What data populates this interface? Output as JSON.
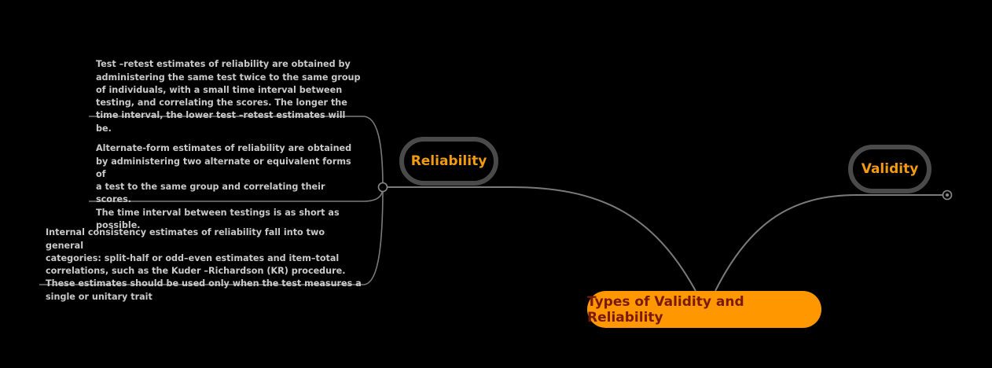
{
  "colors": {
    "background": "#000000",
    "connector": "#7a7a7a",
    "topic_text": "#f39c12",
    "topic_border": "#4a4a4a",
    "root_fill": "#ff9800",
    "root_text": "#7a1a05",
    "note_text": "#c9c9c9"
  },
  "root": {
    "label": "Types of Validity and Reliability"
  },
  "topics": {
    "reliability": {
      "label": "Reliability"
    },
    "validity": {
      "label": "Validity"
    }
  },
  "notes": {
    "test_retest": "Test –retest estimates of reliability are obtained by\nadministering the same test twice to the  same group\nof individuals, with a small time interval between\ntesting, and correlating the scores. The longer the\ntime interval, the lower test –retest estimates will be.",
    "alternate_form": "Alternate-form estimates of reliability are obtained\nby administering two alternate or equivalent forms of\na test to the same group and correlating their scores.\nThe time interval between testings is as short as\npossible.",
    "internal_consistency": "Internal consistency estimates of reliability fall into two general\ncategories: split-half or odd–even estimates and item–total\ncorrelations, such as the Kuder –Richardson (KR) procedure.\nThese estimates should be used only when the test measures a\nsingle or unitary trait"
  },
  "icons": {
    "reliability_collapse": "collapse-circle-icon",
    "validity_expand": "expand-circle-icon"
  }
}
